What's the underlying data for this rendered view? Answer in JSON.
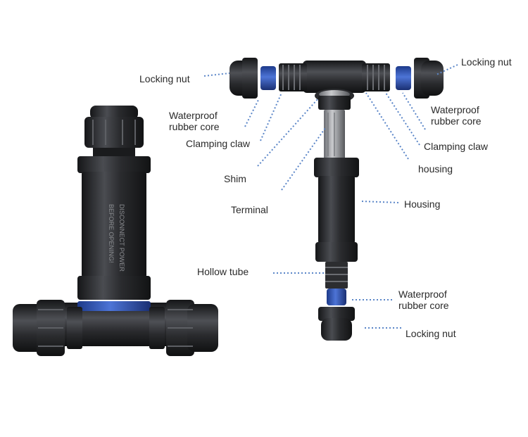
{
  "colors": {
    "plastic_dark": "#1e1f22",
    "plastic_mid": "#3a3b3f",
    "plastic_light": "#5a5c61",
    "seal_blue": "#2f55b8",
    "leader_blue": "#5b86c8",
    "text": "#2a2a2a"
  },
  "assembled_view": {
    "embossed_text_line1": "DISCONNECT POWER",
    "embossed_text_line2": "BEFORE OPENING!"
  },
  "labels": {
    "locking_nut_left": "Locking nut",
    "locking_nut_right": "Locking nut",
    "waterproof_core_left": [
      "Waterproof",
      "rubber core"
    ],
    "waterproof_core_right": [
      "Waterproof",
      "rubber core"
    ],
    "clamping_claw_left": "Clamping claw",
    "clamping_claw_right": "Clamping claw",
    "shim": "Shim",
    "terminal": "Terminal",
    "housing_small": "housing",
    "housing": "Housing",
    "hollow_tube": "Hollow tube",
    "waterproof_core_bottom": [
      "Waterproof",
      "rubber core"
    ],
    "locking_nut_bottom": "Locking nut"
  }
}
